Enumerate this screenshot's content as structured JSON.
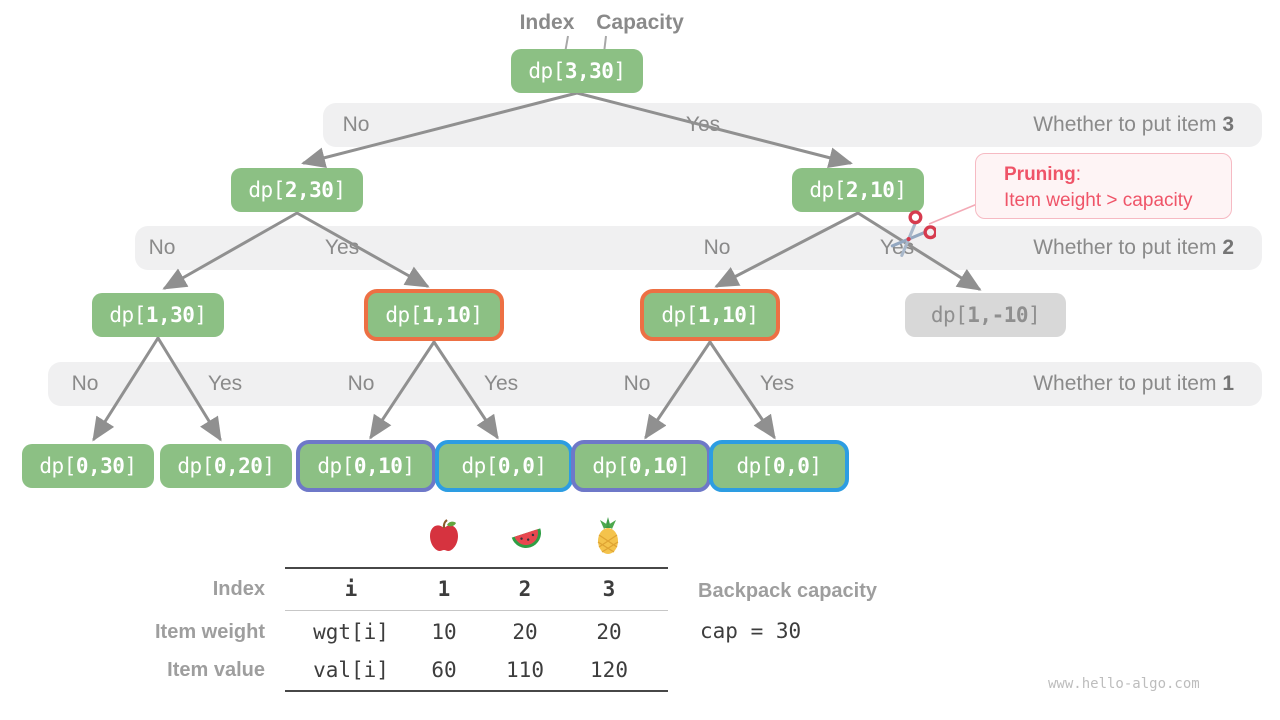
{
  "pointers": {
    "index": "Index",
    "capacity": "Capacity"
  },
  "nodes": [
    {
      "open": "dp[",
      "args": "3,30",
      "close": "]",
      "variant": "green"
    },
    {
      "open": "dp[",
      "args": "2,30",
      "close": "]",
      "variant": "green"
    },
    {
      "open": "dp[",
      "args": "2,10",
      "close": "]",
      "variant": "green"
    },
    {
      "open": "dp[",
      "args": "1,30",
      "close": "]",
      "variant": "green"
    },
    {
      "open": "dp[",
      "args": "1,10",
      "close": "]",
      "variant": "orange-border"
    },
    {
      "open": "dp[",
      "args": "1,10",
      "close": "]",
      "variant": "orange-border"
    },
    {
      "open": "dp[",
      "args": "1,-10",
      "close": "]",
      "variant": "gray"
    },
    {
      "open": "dp[",
      "args": "0,30",
      "close": "]",
      "variant": "green"
    },
    {
      "open": "dp[",
      "args": "0,20",
      "close": "]",
      "variant": "green"
    },
    {
      "open": "dp[",
      "args": "0,10",
      "close": "]",
      "variant": "purple-border"
    },
    {
      "open": "dp[",
      "args": "0,0",
      "close": "]",
      "variant": "blue-border"
    },
    {
      "open": "dp[",
      "args": "0,10",
      "close": "]",
      "variant": "purple-border"
    },
    {
      "open": "dp[",
      "args": "0,0",
      "close": "]",
      "variant": "blue-border"
    }
  ],
  "bands": [
    {
      "title": "Whether to put item ",
      "num": "3",
      "labels": [
        "No",
        "Yes"
      ]
    },
    {
      "title": "Whether to put item ",
      "num": "2",
      "labels": [
        "No",
        "Yes",
        "No",
        "Yes"
      ]
    },
    {
      "title": "Whether to put item ",
      "num": "1",
      "labels": [
        "No",
        "Yes",
        "No",
        "Yes",
        "No",
        "Yes"
      ]
    }
  ],
  "pruning": {
    "title": "Pruning",
    "colon": ":",
    "body": "Item weight > capacity"
  },
  "table": {
    "fruit_icons": [
      "apple-icon",
      "watermelon-icon",
      "pineapple-icon"
    ],
    "rows": [
      {
        "label": "Index",
        "head": "i",
        "values": [
          "1",
          "2",
          "3"
        ]
      },
      {
        "label": "Item weight",
        "head": "wgt[i]",
        "values": [
          "10",
          "20",
          "20"
        ]
      },
      {
        "label": "Item value",
        "head": "val[i]",
        "values": [
          "60",
          "110",
          "120"
        ]
      }
    ]
  },
  "capacity_info": {
    "label": "Backpack capacity",
    "value": "cap = 30"
  },
  "watermark": "www.hello-algo.com",
  "colors": {
    "node_green": "#8cc084",
    "node_gray_bg": "#d8d8d8",
    "highlight_orange": "#ed7044",
    "highlight_purple": "#6e78c8",
    "highlight_blue": "#2d9de2",
    "band_gray": "#f0f0f1",
    "arrow_gray": "#909090",
    "pruning_text_pink": "#ef5468",
    "pruning_bg": "#fef4f5"
  }
}
